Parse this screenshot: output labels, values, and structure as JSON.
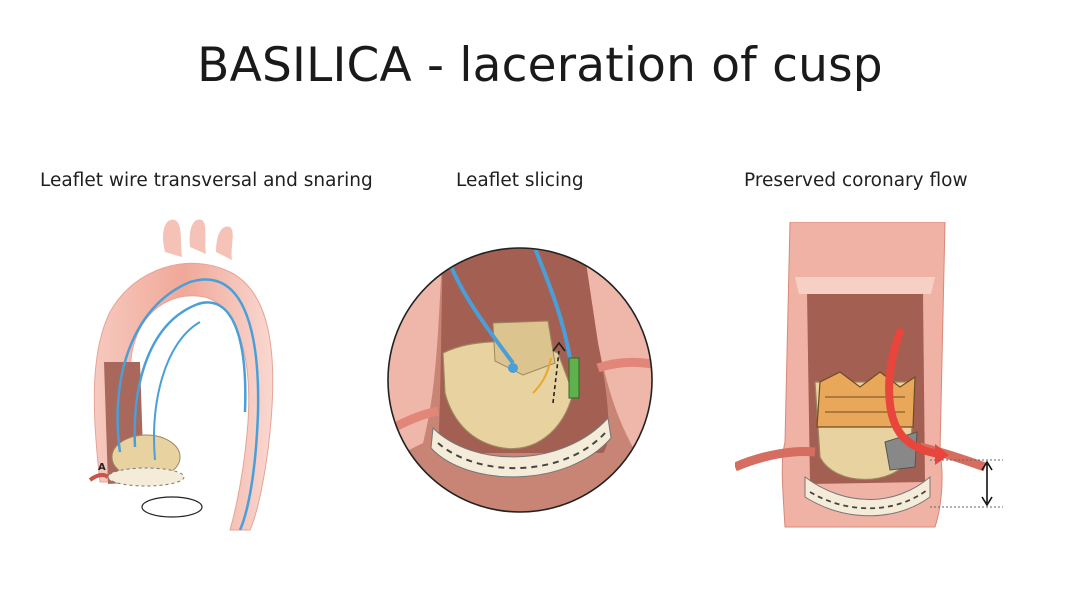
{
  "slide": {
    "title": "BASILICA - laceration of cusp"
  },
  "panels": [
    {
      "caption": "Leaflet wire transversal and snaring",
      "marker_label": "A"
    },
    {
      "caption": "Leaflet slicing"
    },
    {
      "caption": "Preserved coronary flow"
    }
  ],
  "colors": {
    "aorta": "#f2b3a8",
    "aorta_dark": "#d88878",
    "lumen": "#a9685c",
    "leaflet": "#e8d3a0",
    "guidewire": "#4a9fd8",
    "coronary_flow": "#e8463c"
  }
}
